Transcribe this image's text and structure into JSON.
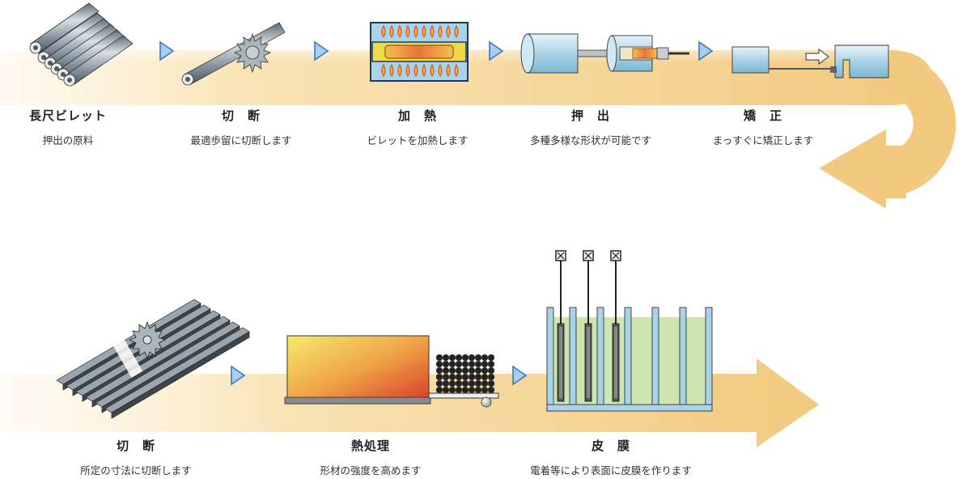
{
  "steps": [
    {
      "id": "billet",
      "title": "長尺ビレット",
      "desc": "押出の原料"
    },
    {
      "id": "cut1",
      "title": "切　断",
      "desc": "最適歩留に切断します"
    },
    {
      "id": "heat",
      "title": "加　熱",
      "desc": "ビレットを加熱します"
    },
    {
      "id": "extrude",
      "title": "押　出",
      "desc": "多種多様な形状が可能です"
    },
    {
      "id": "straighten",
      "title": "矯　正",
      "desc": "まっすぐに矯正します"
    },
    {
      "id": "cut2",
      "title": "切　断",
      "desc": "所定の寸法に切断します"
    },
    {
      "id": "heattreat",
      "title": "熱処理",
      "desc": "形材の強度を高めます"
    },
    {
      "id": "coating",
      "title": "皮　膜",
      "desc": "電着等により表面に皮膜を作ります"
    }
  ],
  "colors": {
    "flow_band": "#f5d08a",
    "arrow_blue": "#3a78c8",
    "steel": "#8c9aa6",
    "furnace_red": "#d9402a",
    "furnace_yellow": "#f3e16a",
    "tank_green": "#cfe5b0",
    "tank_blue": "#a9d3e8"
  }
}
